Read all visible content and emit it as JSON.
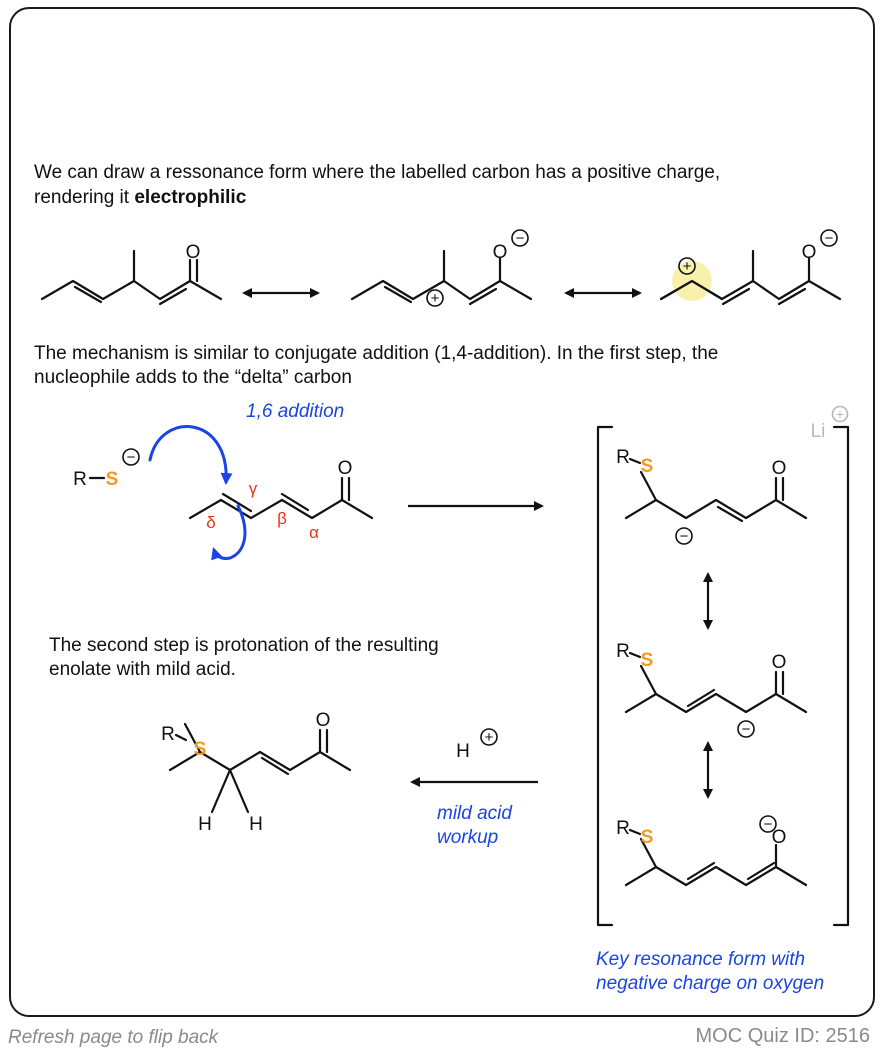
{
  "intro": {
    "line1": "We can draw a ressonance form where the labelled carbon has a positive charge,",
    "line2_plain": "rendering it ",
    "line2_bold": "electrophilic"
  },
  "mechanism_text": {
    "line1": "The mechanism is similar to conjugate addition (1,4-addition). In the first step, the",
    "line2": "nucleophile adds to the “delta” carbon"
  },
  "addition_label": "1,6 addition",
  "protonation_text": {
    "line1": "The second step is protonation of the resulting",
    "line2": "enolate with mild acid."
  },
  "workup_label": {
    "line1": "mild acid",
    "line2": "workup"
  },
  "key_form_caption": {
    "line1": "Key resonance form with",
    "line2": "negative charge on oxygen"
  },
  "atoms": {
    "oxygen": "O",
    "sulfur": "S",
    "r_group": "R",
    "hydrogen": "H",
    "lithium": "Li",
    "plus": "+",
    "minus": "−"
  },
  "greek_labels": {
    "delta": "δ",
    "gamma": "γ",
    "beta": "β",
    "alpha": "α"
  },
  "footer": {
    "left": "Refresh page to flip back",
    "right": "MOC Quiz ID: 2516"
  },
  "colors": {
    "text": "#111111",
    "blue": "#1a44e6",
    "red": "#e8321e",
    "sulfur": "#f39a1e",
    "highlight": "#f5ec8f",
    "footer": "#8a8a8a"
  }
}
